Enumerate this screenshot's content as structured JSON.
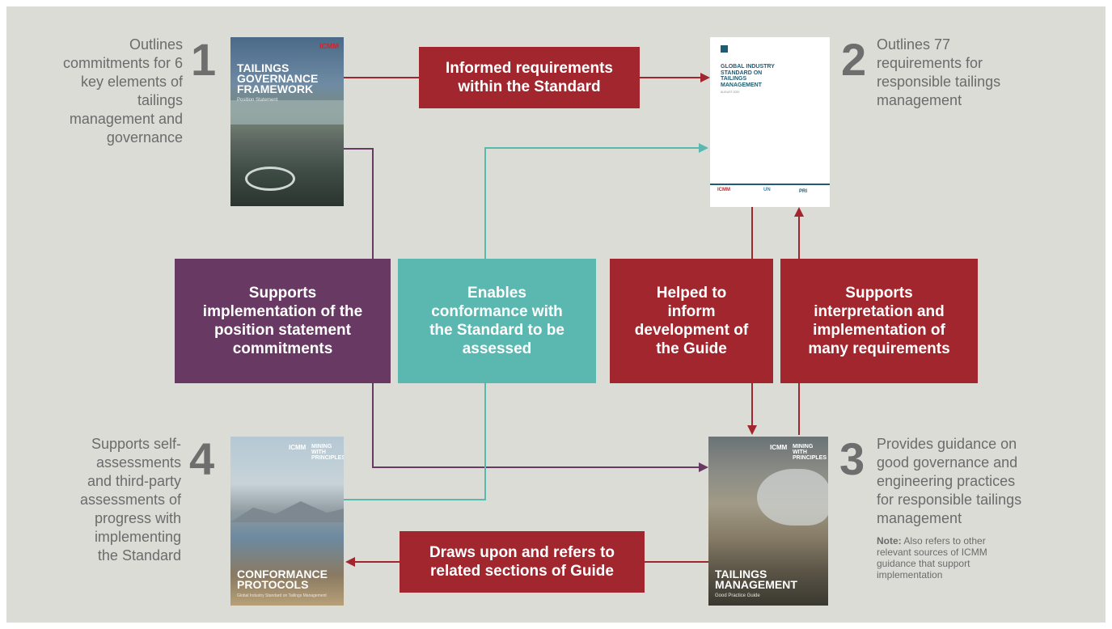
{
  "steps": {
    "s1": {
      "number": "1",
      "description": "Outlines\ncommitments for 6\nkey elements of\ntailings\nmanagement and\ngovernance"
    },
    "s2": {
      "number": "2",
      "description": "Outlines 77\nrequirements for\nresponsible tailings\nmanagement"
    },
    "s3": {
      "number": "3",
      "description": "Provides guidance on\ngood governance and\nengineering practices\nfor responsible tailings\nmanagement",
      "note_label": "Note:",
      "note_text": " Also refers to other\nrelevant sources of ICMM\nguidance that support\nimplementation"
    },
    "s4": {
      "number": "4",
      "description": "Supports self-\nassessments\nand third-party\nassessments of\nprogress with\nimplementing\nthe Standard"
    }
  },
  "connectors": {
    "informed": "Informed requirements\nwithin the Standard",
    "supports_impl": "Supports\nimplementation of the\nposition statement\ncommitments",
    "enables": "Enables\nconformance with\nthe Standard to be\nassessed",
    "helped": "Helped to\ninform\ndevelopment of\nthe Guide",
    "supports_interp": "Supports\ninterpretation and\nimplementation of\nmany requirements",
    "draws": "Draws upon and refers to\nrelated sections of Guide"
  },
  "covers": {
    "c1": {
      "brand": "ICMM",
      "title": "TAILINGS\nGOVERNANCE\nFRAMEWORK",
      "subtitle": "Position Statement"
    },
    "c2": {
      "title": "GLOBAL INDUSTRY\nSTANDARD ON\nTAILINGS\nMANAGEMENT",
      "date": "AUGUST 2020",
      "logo1": "ICMM",
      "logo2": "UN",
      "logo3": "PRI"
    },
    "c3": {
      "brand": "ICMM",
      "brand2": "MINING WITH\nPRINCIPLES",
      "title": "TAILINGS\nMANAGEMENT",
      "subtitle": "Good Practice Guide"
    },
    "c4": {
      "brand": "ICMM",
      "brand2": "MINING WITH\nPRINCIPLES",
      "title": "CONFORMANCE\nPROTOCOLS",
      "subtitle": "Global Industry Standard on Tailings Management"
    }
  },
  "colors": {
    "red": "#a1262d",
    "purple": "#683a63",
    "teal": "#5ab8b1",
    "background": "#dcdcd7"
  }
}
